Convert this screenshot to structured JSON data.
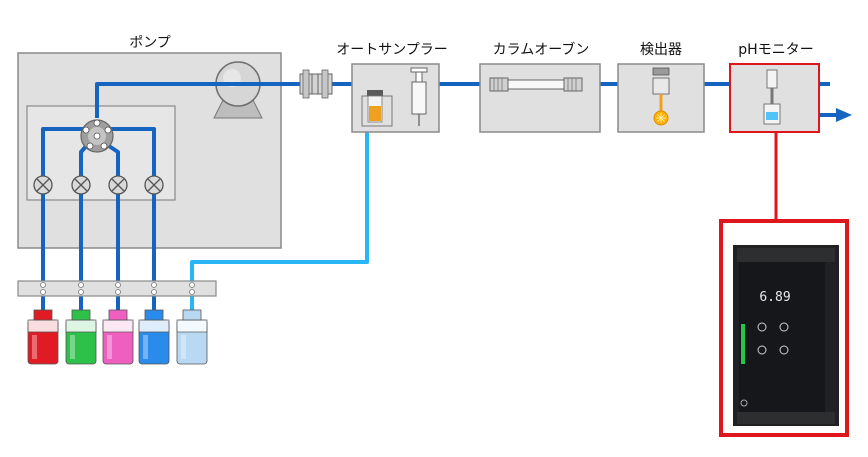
{
  "labels": {
    "pump": "ポンプ",
    "autosampler": "オートサンプラー",
    "column_oven": "カラムオーブン",
    "detector": "検出器",
    "ph_monitor": "pHモニター"
  },
  "device_display": {
    "readout": "6.89"
  },
  "colors": {
    "flow_line": "#1565c0",
    "sample_line": "#29b6f6",
    "unit_fill": "#e0e0e0",
    "unit_stroke": "#8a8a8a",
    "highlight": "#e0161d",
    "reagents": [
      "#e01b24",
      "#2ec14a",
      "#ee5fc0",
      "#2a8bea",
      "#b9d8f2"
    ]
  },
  "icons": [
    "pump-head-icon",
    "valve-icon",
    "syringe-icon",
    "column-icon",
    "detector-lamp-icon",
    "flow-cell-icon",
    "arrow-right-icon"
  ]
}
